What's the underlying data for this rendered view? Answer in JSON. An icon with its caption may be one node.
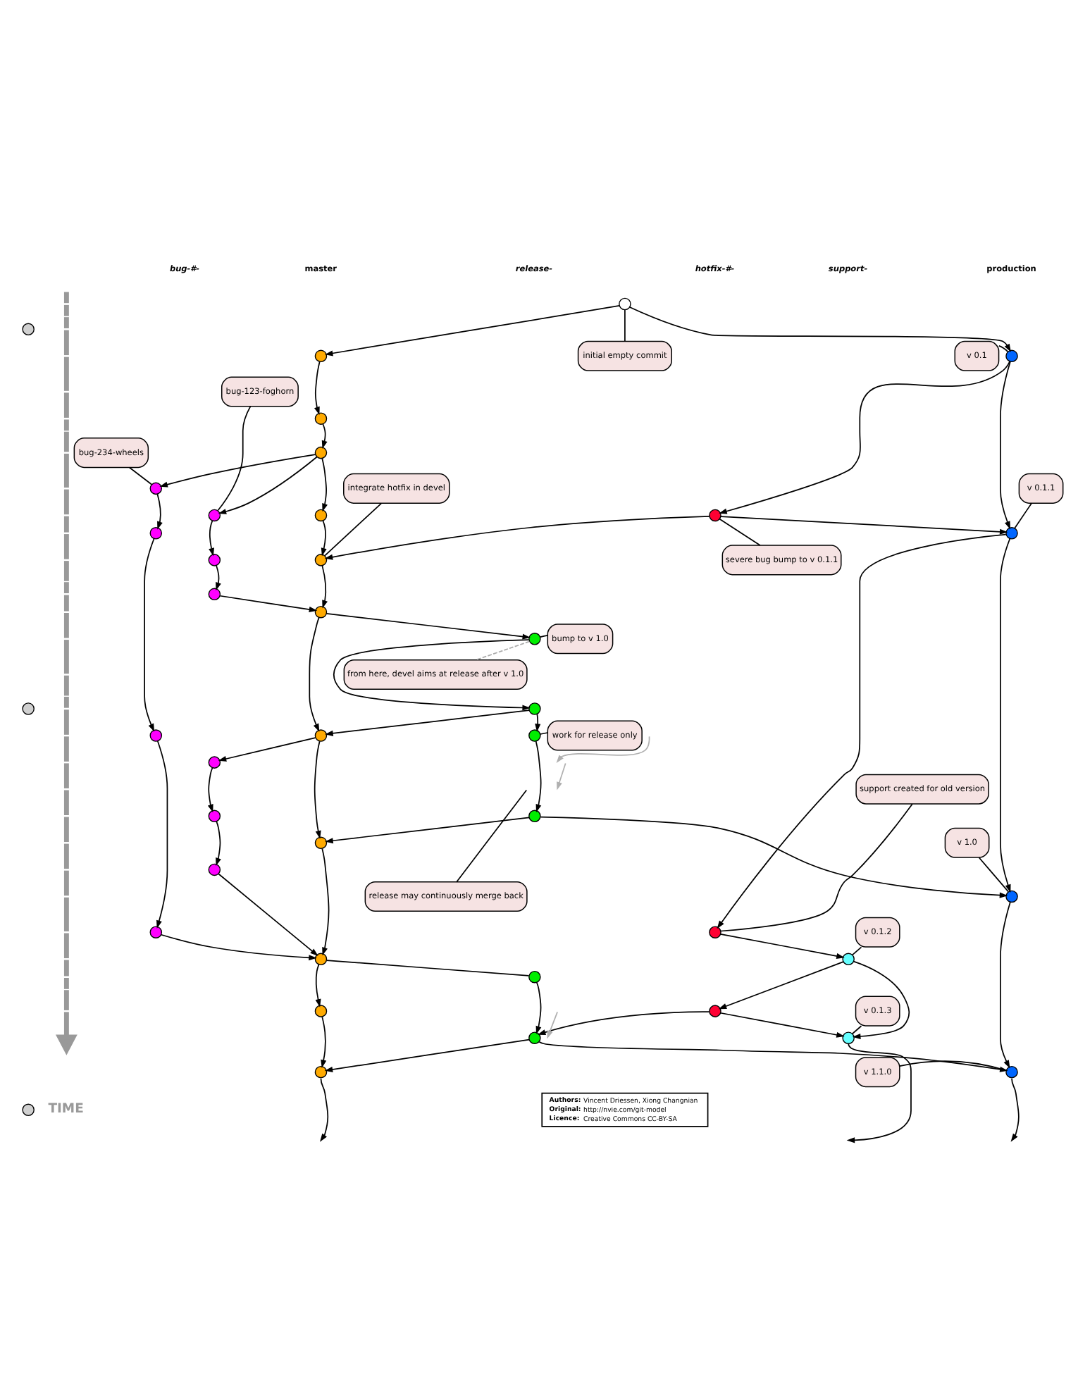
{
  "diagram": {
    "nodes": [
      {
        "text": [],
        "shape": "circle"
      },
      {
        "text": [
          "initial empty commit"
        ]
      },
      {
        "text": [],
        "shape": "circle"
      },
      {
        "text": [
          "v 0.1"
        ]
      },
      {
        "text": [],
        "shape": "circle"
      },
      {
        "text": [],
        "shape": "circle"
      },
      {
        "text": [
          "bug-123-foghorn"
        ]
      },
      {
        "text": [],
        "shape": "circle"
      },
      {
        "text": [
          "bug-234-wheels"
        ]
      },
      {
        "text": [],
        "shape": "circle"
      },
      {
        "text": [],
        "shape": "circle"
      },
      {
        "text": [],
        "shape": "circle"
      },
      {
        "text": [
          "integrate hotfix in devel"
        ]
      },
      {
        "text": [],
        "shape": "circle"
      },
      {
        "text": [
          "v 0.1.1"
        ]
      },
      {
        "text": [],
        "shape": "circle"
      },
      {
        "text": [
          "severe bug bump to v 0.1.1"
        ]
      },
      {
        "text": [],
        "shape": "circle"
      },
      {
        "text": [],
        "shape": "circle"
      },
      {
        "text": [],
        "shape": "circle"
      },
      {
        "text": [],
        "shape": "circle"
      },
      {
        "text": [],
        "shape": "circle"
      },
      {
        "text": [
          "from here, devel aims at release after v 1.0"
        ]
      },
      {
        "text": [
          "bump to v 1.0"
        ]
      },
      {
        "text": [],
        "shape": "circle"
      },
      {
        "text": [],
        "shape": "circle"
      },
      {
        "text": [
          "work for release only"
        ]
      },
      {
        "text": [],
        "shape": "circle"
      },
      {
        "text": [],
        "shape": "circle"
      },
      {
        "text": [],
        "shape": "circle"
      },
      {
        "text": [],
        "shape": "circle"
      },
      {
        "text": [
          "support created for old version"
        ]
      },
      {
        "text": [],
        "shape": "circle"
      },
      {
        "text": [],
        "shape": "circle"
      },
      {
        "text": [],
        "shape": "circle"
      },
      {
        "text": [
          "v 1.0"
        ]
      },
      {
        "text": [
          "release may continuously merge back"
        ]
      },
      {
        "text": [],
        "shape": "circle"
      },
      {
        "text": [],
        "shape": "circle"
      },
      {
        "text": [],
        "shape": "circle"
      },
      {
        "text": [],
        "shape": "circle"
      },
      {
        "text": [
          "v 0.1.2"
        ]
      },
      {
        "text": [],
        "shape": "circle"
      },
      {
        "text": [],
        "shape": "circle"
      },
      {
        "text": [],
        "shape": "circle"
      },
      {
        "text": [],
        "shape": "circle"
      },
      {
        "text": [
          "v 0.1.3"
        ]
      },
      {
        "text": [],
        "shape": "circle"
      },
      {
        "text": [],
        "shape": "circle"
      },
      {
        "text": [],
        "shape": "circle"
      },
      {
        "text": [],
        "shape": "circle"
      },
      {
        "text": [
          "Authors:",
          "Vincent Driessen, Xiong Changnian",
          "Original:",
          "http://nvie.com/git-model",
          "Licence:",
          "Creative Commons CC-BY-SA"
        ]
      },
      {
        "text": [],
        "shape": "circle"
      },
      {
        "text": [
          "v 1.1.0"
        ]
      },
      {
        "text": [],
        "shape": "circle"
      },
      {
        "text": [],
        "shape": "circle"
      },
      {
        "text": [],
        "shape": "circle"
      }
    ],
    "edges": [
      {
        "from": 0,
        "to": 4,
        "arrow": "to"
      },
      {
        "from": 0,
        "to": 2,
        "arrow": "to"
      },
      {
        "from": 1,
        "to": 0,
        "arrow": "none"
      },
      {
        "from": 3,
        "to": 2,
        "arrow": "none"
      },
      {
        "from": 4,
        "to": 5,
        "arrow": "to"
      },
      {
        "from": 5,
        "to": 7,
        "arrow": "to"
      },
      {
        "from": 6,
        "to": 10,
        "arrow": "none"
      },
      {
        "from": 8,
        "to": 9,
        "arrow": "none"
      },
      {
        "from": 7,
        "to": 9,
        "arrow": "to"
      },
      {
        "from": 7,
        "to": 10,
        "arrow": "to"
      },
      {
        "from": 7,
        "to": 11,
        "arrow": "to"
      },
      {
        "from": 11,
        "to": 19,
        "arrow": "to"
      },
      {
        "from": 12,
        "to": 19,
        "arrow": "none"
      },
      {
        "from": 2,
        "to": 13,
        "arrow": "to"
      },
      {
        "from": 2,
        "to": 15,
        "arrow": "to"
      },
      {
        "from": 13,
        "to": 15,
        "arrow": "to"
      },
      {
        "from": 13,
        "to": 19,
        "arrow": "to"
      },
      {
        "from": 14,
        "to": 15,
        "arrow": "none"
      },
      {
        "from": 16,
        "to": 13,
        "arrow": "none"
      },
      {
        "from": 9,
        "to": 17,
        "arrow": "to"
      },
      {
        "from": 10,
        "to": 18,
        "arrow": "to"
      },
      {
        "from": 18,
        "to": 20,
        "arrow": "to"
      },
      {
        "from": 19,
        "to": 21,
        "arrow": "to"
      },
      {
        "from": 20,
        "to": 21,
        "arrow": "to"
      },
      {
        "from": 21,
        "to": 24,
        "arrow": "to"
      },
      {
        "from": 22,
        "to": 24,
        "arrow": "none",
        "style": "dashed",
        "color": "#aaaaaa"
      },
      {
        "from": 23,
        "to": 24,
        "arrow": "none"
      },
      {
        "from": 24,
        "to": 25,
        "arrow": "to"
      },
      {
        "from": 25,
        "to": 28,
        "arrow": "to"
      },
      {
        "from": 26,
        "to": 29,
        "arrow": "none"
      },
      {
        "from": 17,
        "to": 27,
        "arrow": "to"
      },
      {
        "from": 21,
        "to": 28,
        "arrow": "to"
      },
      {
        "from": 25,
        "to": 29,
        "arrow": "to"
      },
      {
        "from": 28,
        "to": 30,
        "arrow": "to"
      },
      {
        "from": 29,
        "to": 32,
        "arrow": "to"
      },
      {
        "from": 31,
        "to": 40,
        "arrow": "none"
      },
      {
        "from": 15,
        "to": 40,
        "arrow": "to"
      },
      {
        "from": 28,
        "to": 34,
        "arrow": "to"
      },
      {
        "from": 32,
        "to": 34,
        "arrow": "to"
      },
      {
        "from": 30,
        "to": 33,
        "arrow": "to"
      },
      {
        "from": 33,
        "to": 37,
        "arrow": "to"
      },
      {
        "from": 32,
        "to": 38,
        "arrow": "to"
      },
      {
        "from": 35,
        "to": 38,
        "arrow": "none"
      },
      {
        "from": 15,
        "to": 38,
        "arrow": "to"
      },
      {
        "from": 27,
        "to": 39,
        "arrow": "to"
      },
      {
        "from": 39,
        "to": 42,
        "arrow": "to"
      },
      {
        "from": 37,
        "to": 42,
        "arrow": "to"
      },
      {
        "from": 34,
        "to": 42,
        "arrow": "to"
      },
      {
        "from": 40,
        "to": 43,
        "arrow": "to"
      },
      {
        "from": 41,
        "to": 43,
        "arrow": "none"
      },
      {
        "from": 42,
        "to": 44,
        "arrow": "none"
      },
      {
        "from": 42,
        "to": 47,
        "arrow": "to"
      },
      {
        "from": 43,
        "to": 45,
        "arrow": "to"
      },
      {
        "from": 43,
        "to": 49,
        "arrow": "to"
      },
      {
        "from": 44,
        "to": 48,
        "arrow": "to"
      },
      {
        "from": 45,
        "to": 48,
        "arrow": "to"
      },
      {
        "from": 45,
        "to": 49,
        "arrow": "to"
      },
      {
        "from": 46,
        "to": 49,
        "arrow": "none"
      },
      {
        "from": 47,
        "to": 50,
        "arrow": "to"
      },
      {
        "from": 48,
        "to": 50,
        "arrow": "to"
      },
      {
        "from": 48,
        "to": 52,
        "arrow": "to"
      },
      {
        "from": 38,
        "to": 52,
        "arrow": "to"
      },
      {
        "from": 53,
        "to": 52,
        "arrow": "none"
      },
      {
        "from": 50,
        "to": null,
        "arrow": "to"
      },
      {
        "from": 49,
        "to": null,
        "arrow": "to"
      },
      {
        "from": 52,
        "to": null,
        "arrow": "to"
      },
      {
        "from": 36,
        "to": null,
        "arrow": "none"
      }
    ],
    "labels": [
      "bug-#-",
      "master",
      "release-",
      "hotfix-#-",
      "support-",
      "production",
      "TIME"
    ]
  }
}
